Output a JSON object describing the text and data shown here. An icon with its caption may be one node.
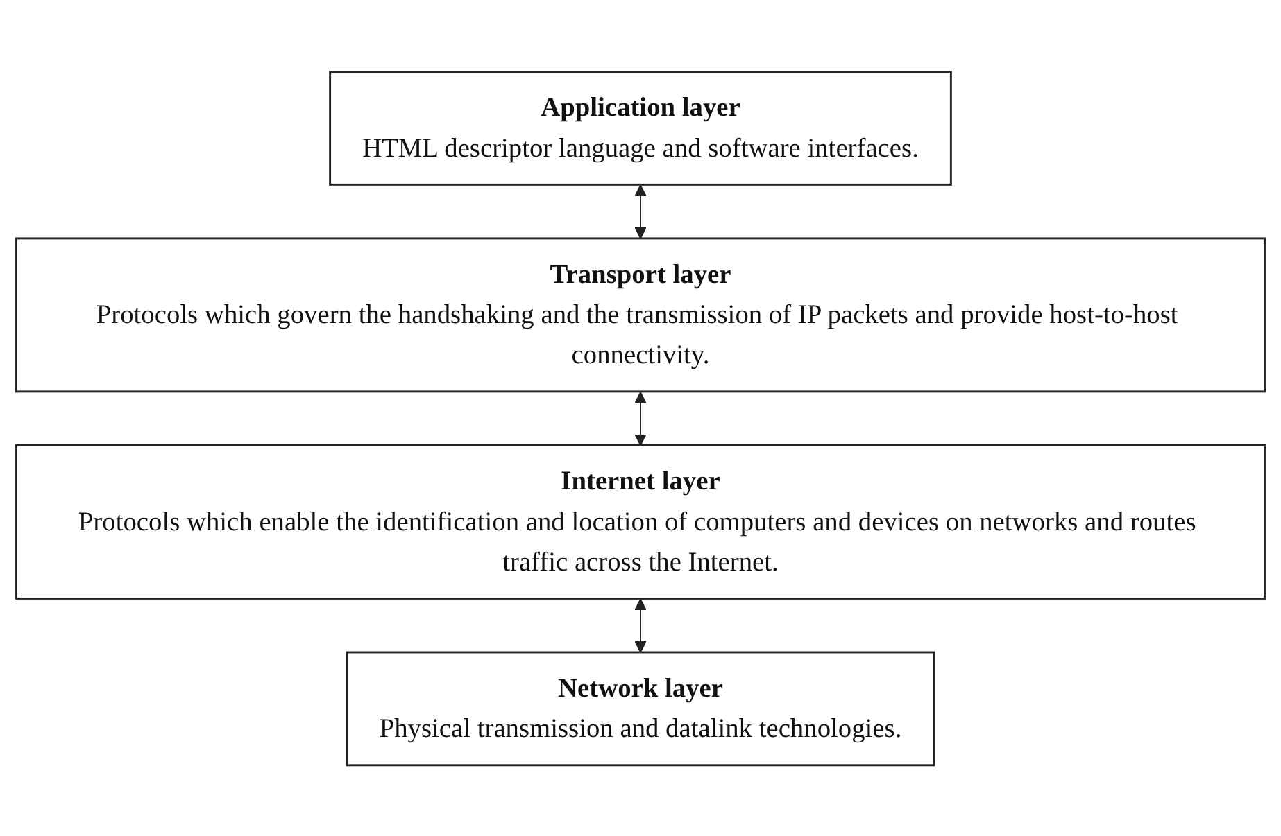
{
  "diagram": {
    "nodes": [
      {
        "text": [
          "Application layer",
          "HTML descriptor language and software interfaces."
        ]
      },
      {
        "text": [
          "Transport layer",
          "Protocols which govern the handshaking and the transmission of IP packets and provide host-to-host connectivity."
        ]
      },
      {
        "text": [
          "Internet layer",
          "Protocols which enable the identification and location of computers and devices on networks and routes traffic across the Internet."
        ]
      },
      {
        "text": [
          "Network layer",
          "Physical transmission and datalink technologies."
        ]
      }
    ],
    "edges": [
      {
        "from": 0,
        "to": 1,
        "arrow": "both"
      },
      {
        "from": 1,
        "to": 2,
        "arrow": "both"
      },
      {
        "from": 2,
        "to": 3,
        "arrow": "both"
      }
    ]
  }
}
